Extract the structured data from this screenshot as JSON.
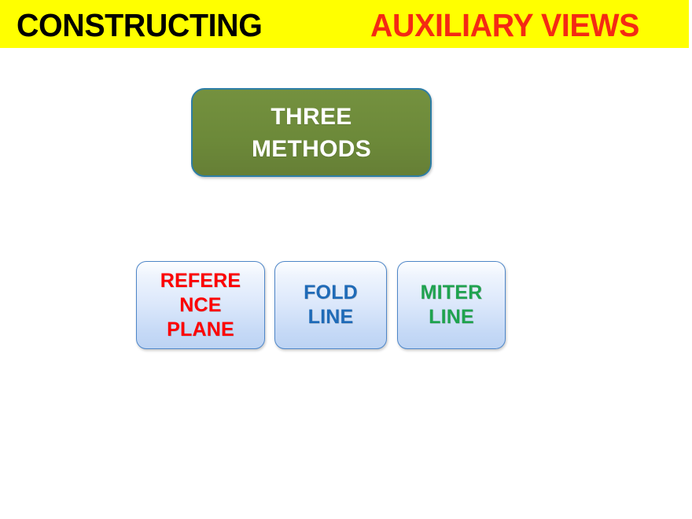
{
  "slide": {
    "background_color": "#ffffff",
    "title": {
      "banner_color": "#ffff00",
      "primary_text": "CONSTRUCTING",
      "primary_color": "#000000",
      "secondary_text": "AUXILIARY VIEWS",
      "secondary_color": "#f42a13"
    },
    "methods_header": {
      "label": "THREE\nMETHODS",
      "fill_color": "#6e8b3d",
      "border_color": "#2e7ea6",
      "text_color": "#ffffff"
    },
    "methods": [
      {
        "label": "REFERE\nNCE\nPLANE",
        "text_color": "#ff0000",
        "border_color": "#4e86c8",
        "fill_top_color": "#fdfeff",
        "fill_bottom_color": "#bcd3f3"
      },
      {
        "label": "FOLD\nLINE",
        "text_color": "#1f6bb8",
        "border_color": "#4e86c8",
        "fill_top_color": "#fdfeff",
        "fill_bottom_color": "#bcd3f3"
      },
      {
        "label": "MITER\nLINE",
        "text_color": "#1fa34f",
        "border_color": "#4e86c8",
        "fill_top_color": "#fdfeff",
        "fill_bottom_color": "#bcd3f3"
      }
    ]
  }
}
